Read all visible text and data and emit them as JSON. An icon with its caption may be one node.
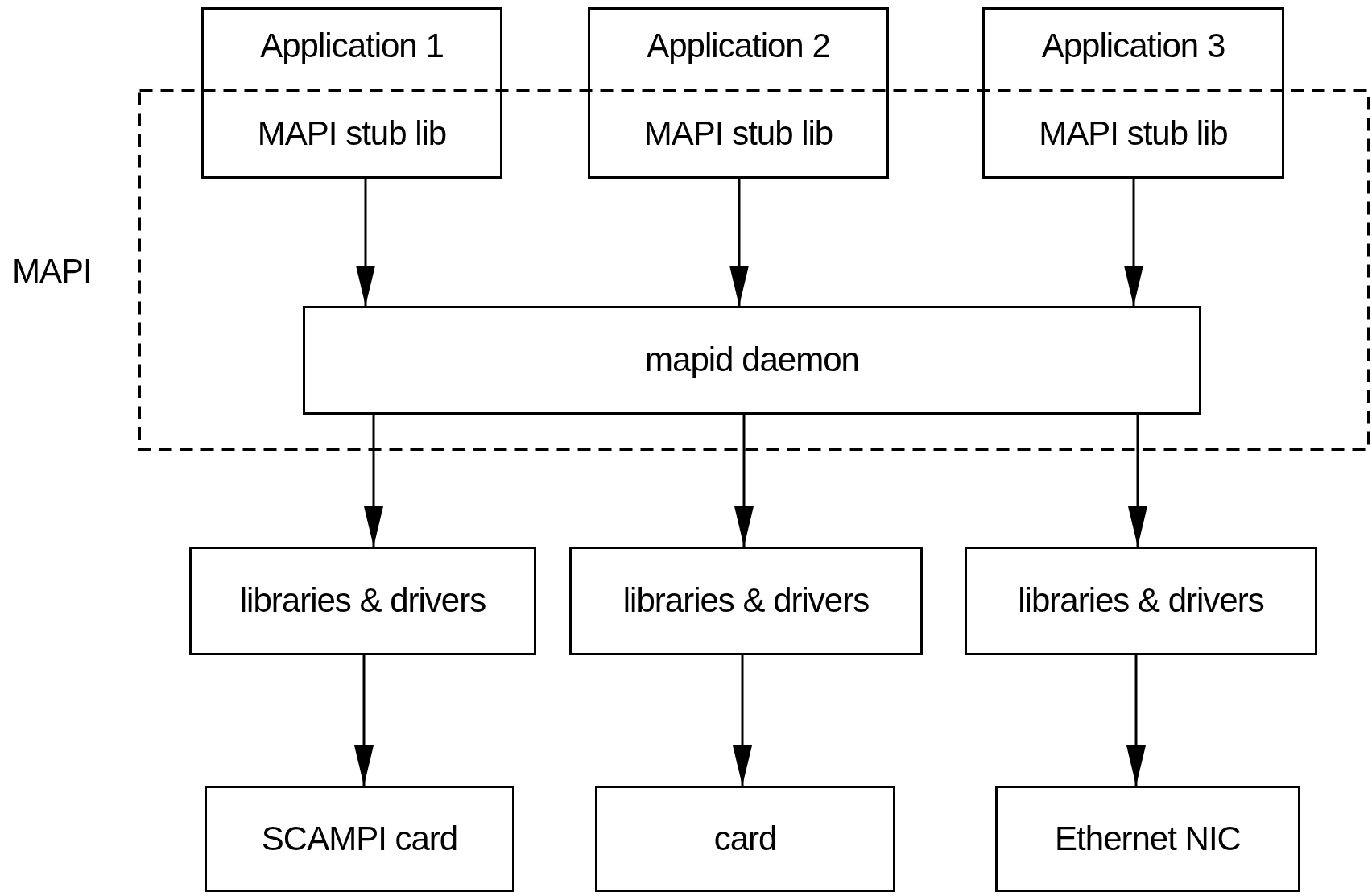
{
  "diagram": {
    "nodes": [
      {
        "text": [
          "MAPI"
        ]
      },
      {
        "text": [
          "Application 1",
          "MAPI stub lib"
        ]
      },
      {
        "text": [
          "Application 2",
          "MAPI stub lib"
        ]
      },
      {
        "text": [
          "Application 3",
          "MAPI stub lib"
        ]
      },
      {
        "text": [
          "mapid daemon"
        ],
        "in": 0
      },
      {
        "text": [
          "libraries & drivers"
        ]
      },
      {
        "text": [
          "libraries & drivers"
        ]
      },
      {
        "text": [
          "libraries & drivers"
        ]
      },
      {
        "text": [
          "SCAMPI card"
        ]
      },
      {
        "text": [
          "card"
        ]
      },
      {
        "text": [
          "Ethernet NIC"
        ]
      }
    ],
    "edges": [
      {
        "from": 1,
        "to": 4,
        "arrow": "to"
      },
      {
        "from": 2,
        "to": 4,
        "arrow": "to"
      },
      {
        "from": 3,
        "to": 4,
        "arrow": "to"
      },
      {
        "from": 4,
        "to": 5,
        "arrow": "to"
      },
      {
        "from": 4,
        "to": 6,
        "arrow": "to"
      },
      {
        "from": 4,
        "to": 7,
        "arrow": "to"
      },
      {
        "from": 5,
        "to": 8,
        "arrow": "to"
      },
      {
        "from": 6,
        "to": 9,
        "arrow": "to"
      },
      {
        "from": 7,
        "to": 10,
        "arrow": "to"
      }
    ]
  }
}
